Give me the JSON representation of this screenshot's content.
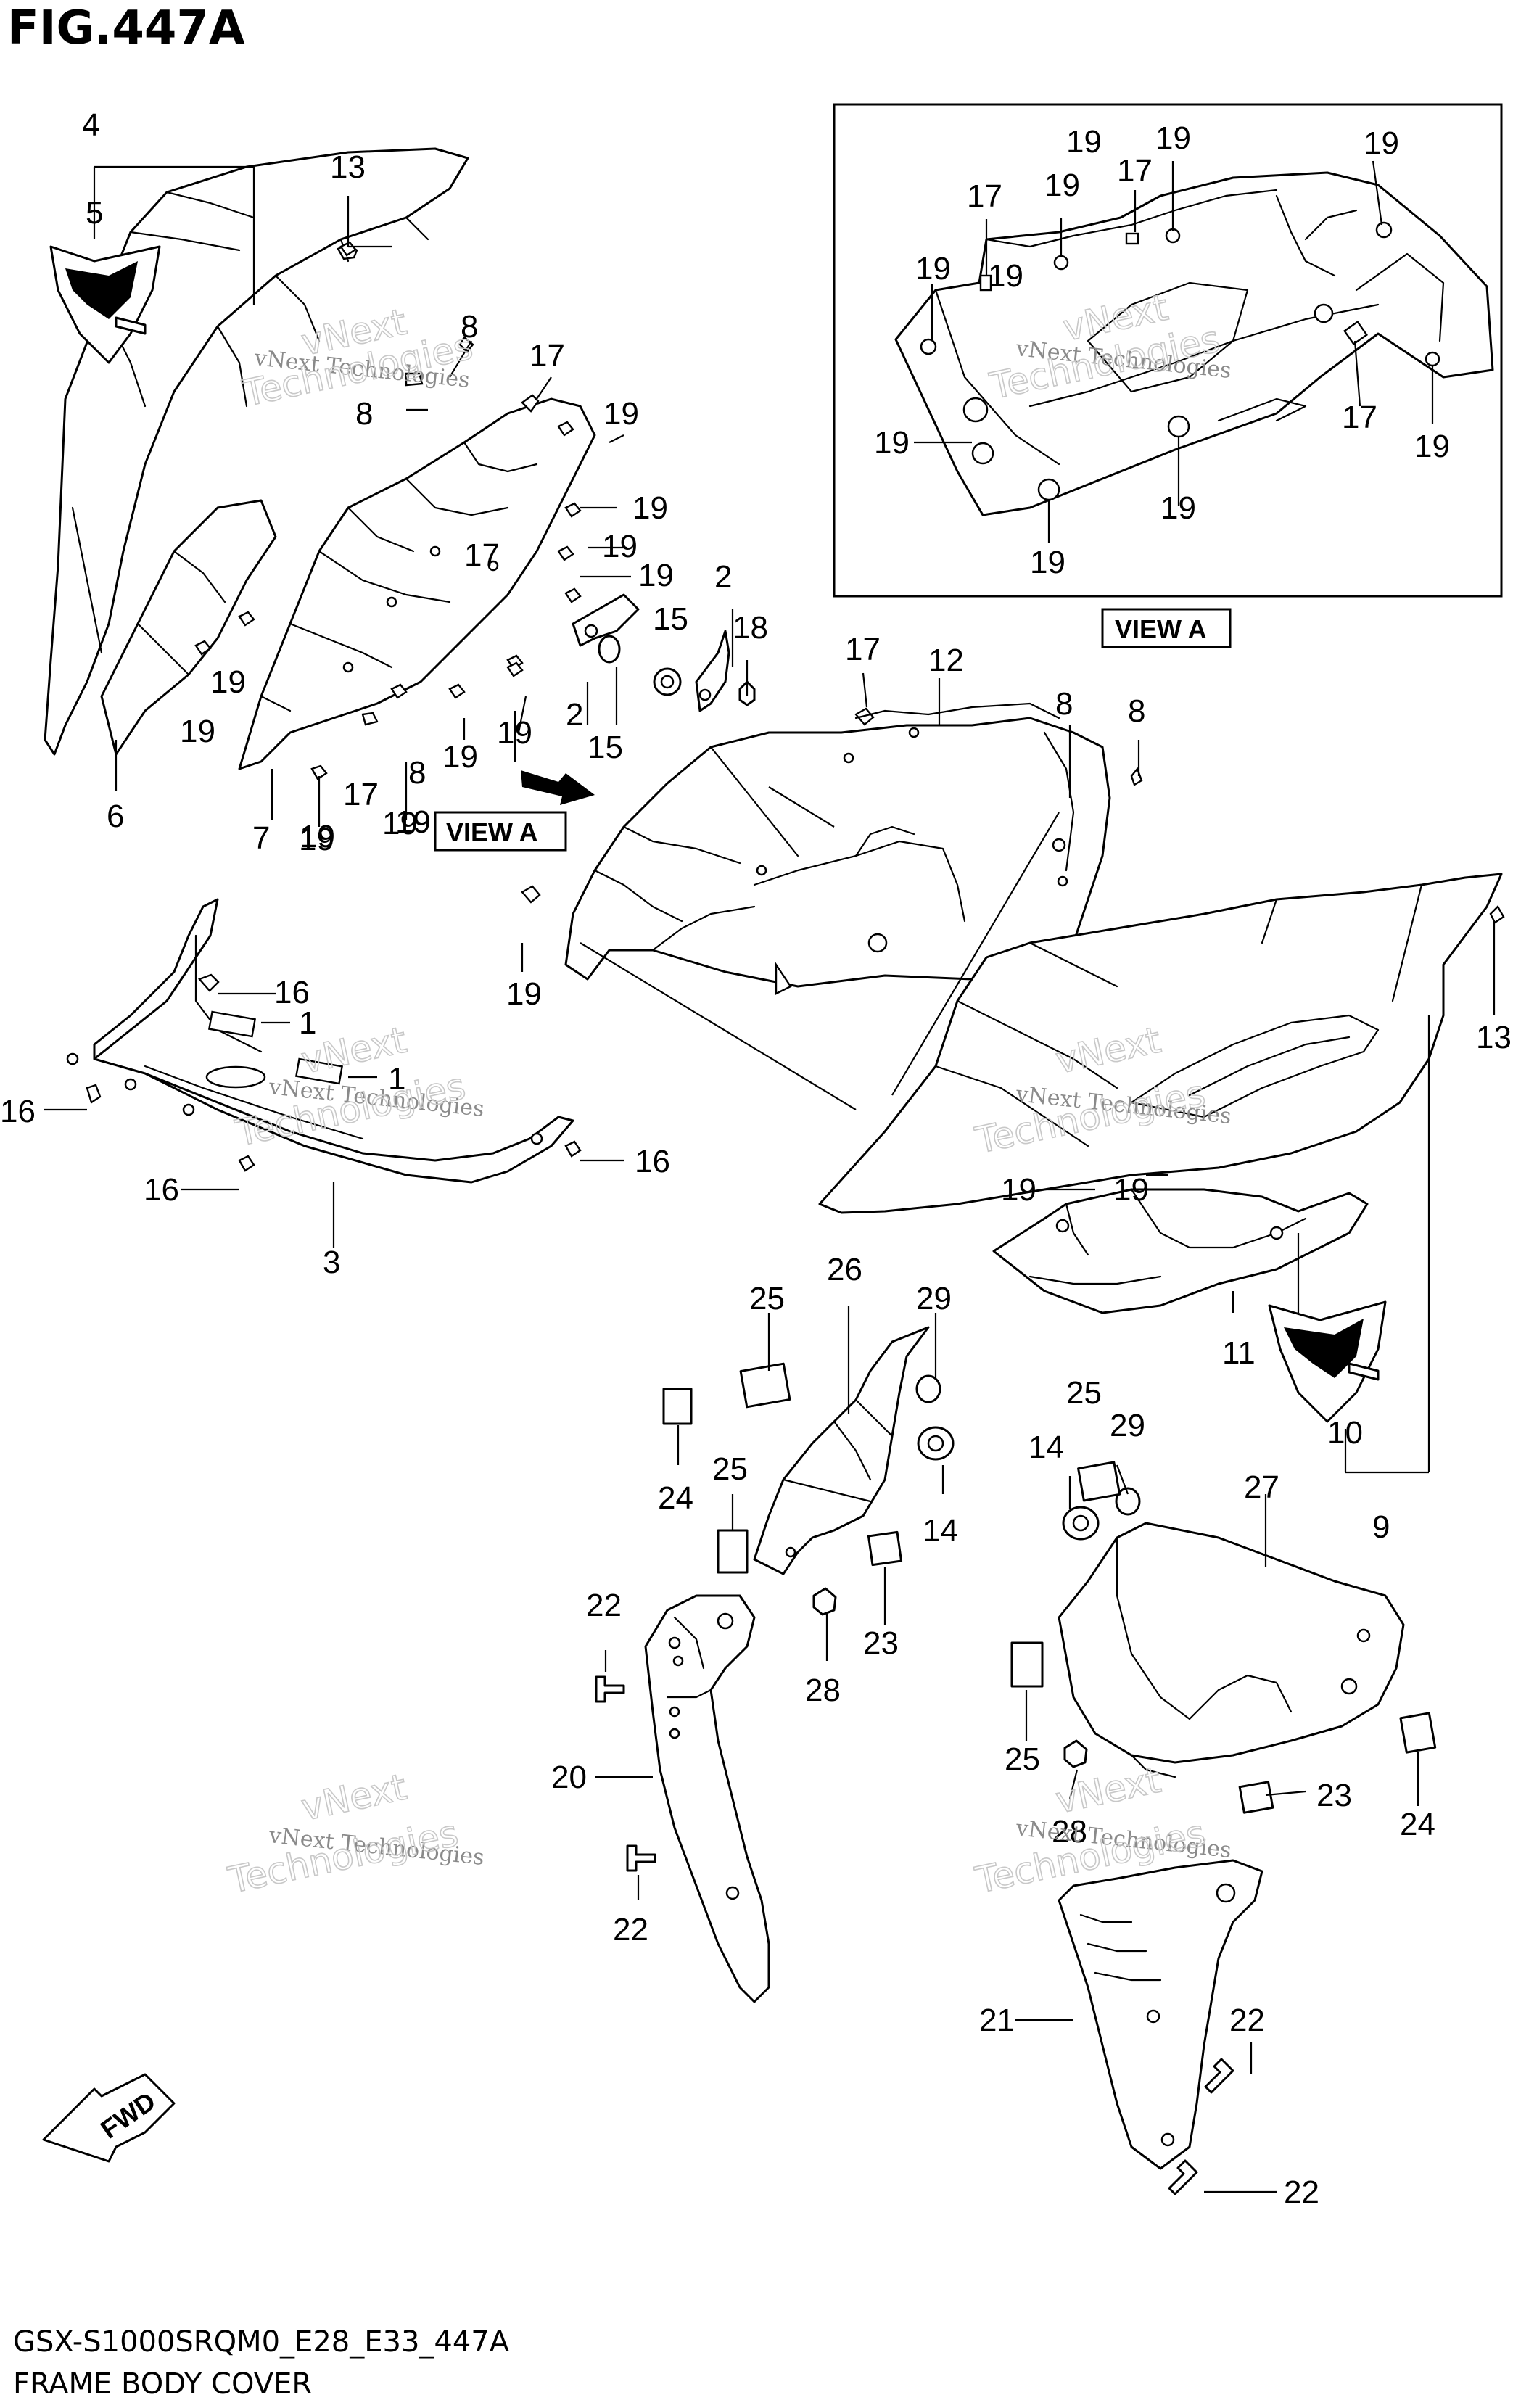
{
  "figure": {
    "title": "FIG.447A",
    "model_code": "GSX-S1000SRQM0_E28_E33_447A",
    "section_name": "FRAME BODY COVER"
  },
  "view_labels": {
    "view_a_pointer": "VIEW A",
    "view_a_inset": "VIEW A"
  },
  "direction_marker": "FWD",
  "watermarks": [
    "vNext Technologies",
    "vNext Technologies",
    "vNext Technologies",
    "vNext Technologies",
    "vNext Technologies",
    "vNext Technologies"
  ],
  "watermark_big": [
    "vNext",
    "Technologies"
  ],
  "callouts": {
    "main": [
      "4",
      "5",
      "13",
      "8",
      "8",
      "17",
      "19",
      "19",
      "19",
      "19",
      "17",
      "19",
      "19",
      "19",
      "19",
      "19",
      "19",
      "6",
      "7",
      "19",
      "17",
      "8",
      "19",
      "2",
      "15",
      "18",
      "2",
      "15",
      "17",
      "12",
      "8",
      "8",
      "19",
      "16",
      "1",
      "1",
      "16",
      "16",
      "16",
      "3",
      "19",
      "19",
      "13",
      "11",
      "10",
      "9",
      "25",
      "26",
      "29",
      "24",
      "25",
      "14",
      "23",
      "28",
      "22",
      "20",
      "22",
      "14",
      "25",
      "29",
      "27",
      "25",
      "23",
      "28",
      "24",
      "21",
      "22",
      "22"
    ],
    "inset": [
      "17",
      "19",
      "17",
      "19",
      "19",
      "19",
      "19",
      "17",
      "19",
      "19",
      "19",
      "19",
      "19"
    ]
  }
}
